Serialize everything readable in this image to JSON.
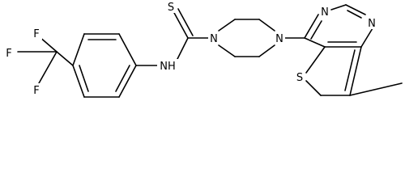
{
  "molecule": {
    "atoms": [
      {
        "id": "S_thio",
        "text": "S"
      },
      {
        "id": "N_amide",
        "text": "NH"
      },
      {
        "id": "N_pip1",
        "text": "N"
      },
      {
        "id": "N_pip2",
        "text": "N"
      },
      {
        "id": "N_pyr_top",
        "text": "N"
      },
      {
        "id": "N_pyr_right",
        "text": "N"
      },
      {
        "id": "S_ring",
        "text": "S"
      },
      {
        "id": "F_top",
        "text": "F"
      },
      {
        "id": "F_left",
        "text": "F"
      },
      {
        "id": "F_bottom",
        "text": "F"
      }
    ],
    "colors": {
      "bond": "#000000",
      "label": "#000000",
      "background": "#ffffff"
    }
  }
}
